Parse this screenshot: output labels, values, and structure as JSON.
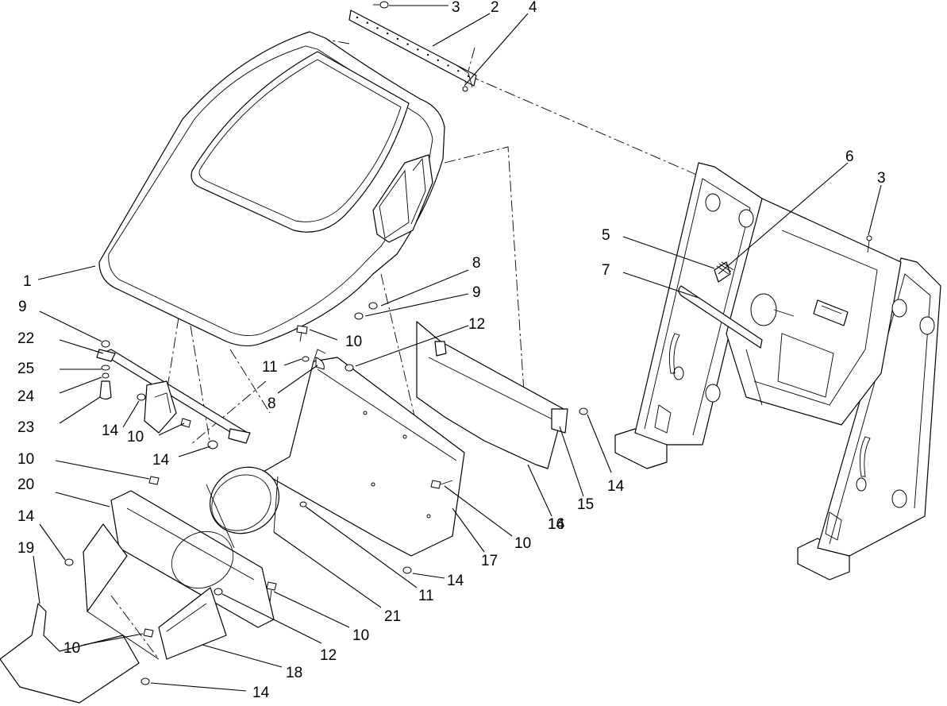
{
  "callouts": [
    {
      "n": "1"
    },
    {
      "n": "2"
    },
    {
      "n": "3"
    },
    {
      "n": "3"
    },
    {
      "n": "4"
    },
    {
      "n": "5"
    },
    {
      "n": "6"
    },
    {
      "n": "7"
    },
    {
      "n": "8"
    },
    {
      "n": "8"
    },
    {
      "n": "9"
    },
    {
      "n": "9"
    },
    {
      "n": "10"
    },
    {
      "n": "10"
    },
    {
      "n": "10"
    },
    {
      "n": "10"
    },
    {
      "n": "10"
    },
    {
      "n": "10"
    },
    {
      "n": "11"
    },
    {
      "n": "11"
    },
    {
      "n": "12"
    },
    {
      "n": "12"
    },
    {
      "n": "14"
    },
    {
      "n": "14"
    },
    {
      "n": "14"
    },
    {
      "n": "14"
    },
    {
      "n": "14"
    },
    {
      "n": "14"
    },
    {
      "n": "14"
    },
    {
      "n": "15"
    },
    {
      "n": "16"
    },
    {
      "n": "17"
    },
    {
      "n": "18"
    },
    {
      "n": "19"
    },
    {
      "n": "20"
    },
    {
      "n": "21"
    },
    {
      "n": "22"
    },
    {
      "n": "23"
    },
    {
      "n": "24"
    },
    {
      "n": "25"
    }
  ]
}
